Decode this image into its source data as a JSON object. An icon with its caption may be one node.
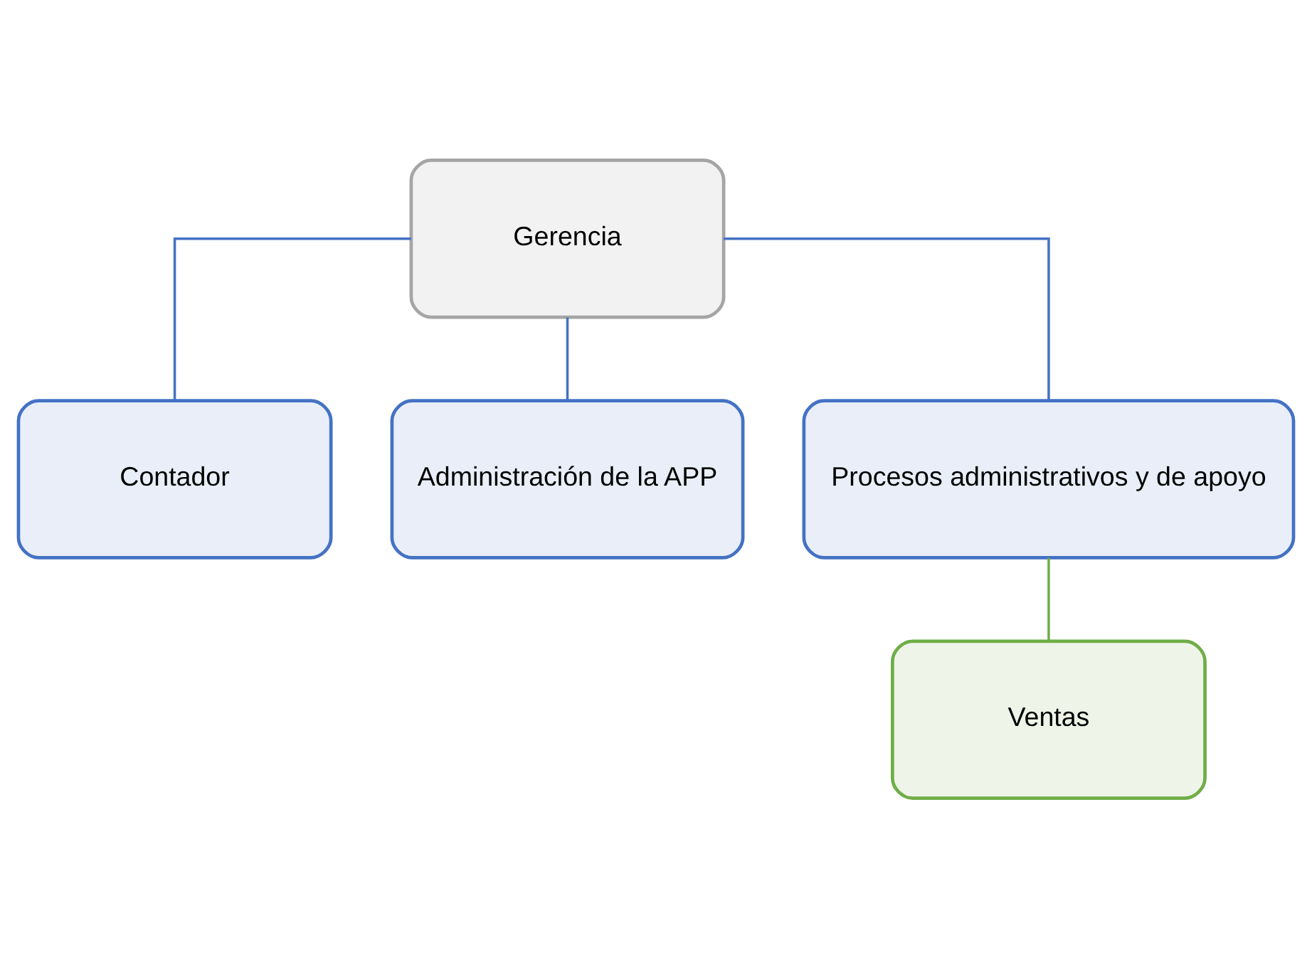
{
  "diagram": {
    "nodes": [
      {
        "text": [
          "Gerencia"
        ]
      },
      {
        "text": [
          "Contador"
        ]
      },
      {
        "text": [
          "Administración de la APP"
        ]
      },
      {
        "text": [
          "Procesos administrativos y de apoyo"
        ]
      },
      {
        "text": [
          "Ventas"
        ]
      }
    ],
    "edges": [
      {
        "from": 0,
        "to": 1,
        "arrow": "none"
      },
      {
        "from": 0,
        "to": 2,
        "arrow": "none"
      },
      {
        "from": 0,
        "to": 3,
        "arrow": "none"
      },
      {
        "from": 3,
        "to": 4,
        "arrow": "none",
        "color": "#70ad47"
      }
    ]
  }
}
